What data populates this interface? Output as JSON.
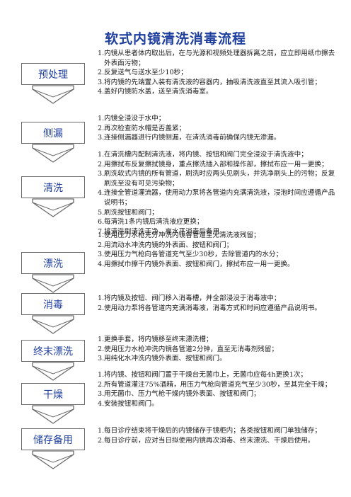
{
  "title": "软式内镜清洗消毒流程",
  "steps": [
    {
      "label": "预处理",
      "items": [
        [
          "1.",
          "内镜从患者体内取出后，在与光源和视频处理器拆离之前，应立即用纸巾擦去外表面污物；"
        ],
        [
          "2.",
          "反复送气与送水至少10秒；"
        ],
        [
          "3.",
          "将内镜的先端置入装有清洗液的容器内，抽吸清洗液直至其流入吸引管；"
        ],
        [
          "4.",
          "盖好内镜防水盖，送至清洗消毒室。"
        ]
      ]
    },
    {
      "label": "侧漏",
      "items": [
        [
          "1.",
          "内镜全浸没于水中；"
        ],
        [
          "2.",
          "再次检查防水帽是否盖紧；"
        ],
        [
          "3.",
          "连接侧漏器进行内镜侧漏，在清洗消毒前确保内镜无渗漏。"
        ]
      ]
    },
    {
      "label": "清洗",
      "items": [
        [
          "1.",
          "在清洗槽内配制清洗液，将内镜、按钮和阀门完全浸没于清洗液中；"
        ],
        [
          "2.",
          "用擦拭布反复擦拭镜身，重点擦洗插入部和操作部，擦拭布应一用一更换；"
        ],
        [
          "3.",
          "刷洗软式内镜的所有管道，刷洗时应两头见刷头，并洗净刷头上的污物；反复刷洗至没有可见污染物；"
        ],
        [
          "4.",
          "连接全管道灌流器，使用动力泵将各管道内充满清洗液，浸泡时间应遵循产品说明书；"
        ],
        [
          "5.",
          "刷洗按钮和阀门；"
        ],
        [
          "6.",
          "每清洗1条内镜后清洗液应更换；"
        ],
        [
          "7.",
          "将清洗刷清洗干净，高水平消毒后备用。"
        ]
      ]
    },
    {
      "label": "漂洗",
      "items": [
        [
          "1.",
          "使用压力水枪充分冲洗内镜各管道至无清洗液残留；"
        ],
        [
          "2.",
          "用流动水冲洗内镜的外表面、按钮和阀门；"
        ],
        [
          "3.",
          "使用压力气枪向各管道充气至少30秒，去除管道内的水分；"
        ],
        [
          "4.",
          "用擦拭巾擦干内镜外表面、按钮和阀门，擦拭布应一用一更换。"
        ]
      ]
    },
    {
      "label": "消毒",
      "items": [
        [
          "1.",
          "将内镜及按钮、阀门移入消毒槽，并全部浸没于消毒液中；"
        ],
        [
          "2.",
          "使用动力泵将各管道内充满消毒液，消毒方式和时间应遵循产品说明书。"
        ]
      ]
    },
    {
      "label": "终末漂洗",
      "items": [
        [
          "1.",
          "更换手套，将内镜移至终末漂洗槽；"
        ],
        [
          "2.",
          "使用压力水枪冲洗内镜各管道2分钟，直至无消毒剂残留；"
        ],
        [
          "3.",
          "用纯化水冲洗内镜外表面、按钮和阀门。"
        ]
      ]
    },
    {
      "label": "干燥",
      "items": [
        [
          "1.",
          "将内镜、按钮和阀门置于干燥台无菌巾上，无菌巾应每4h更换1次；"
        ],
        [
          "2.",
          "所有管道灌注75%酒精，用压力气枪向管道充气至少30秒，至其完全干燥；"
        ],
        [
          "3.",
          "用无菌巾、压力气枪干燥内镜外表面、按钮和阀门；"
        ],
        [
          "4.",
          "安装按钮和阀门。"
        ]
      ]
    },
    {
      "label": "储存备用",
      "items": [
        [
          "1.",
          "每日诊疗结束将干燥后的内镜储存于镜柜内；各类按钮和阀门单独储存；"
        ],
        [
          "2.",
          "每日诊疗前，应对当日拟使用内镜再次消毒、终末漂洗、干燥后使用。"
        ]
      ]
    }
  ]
}
